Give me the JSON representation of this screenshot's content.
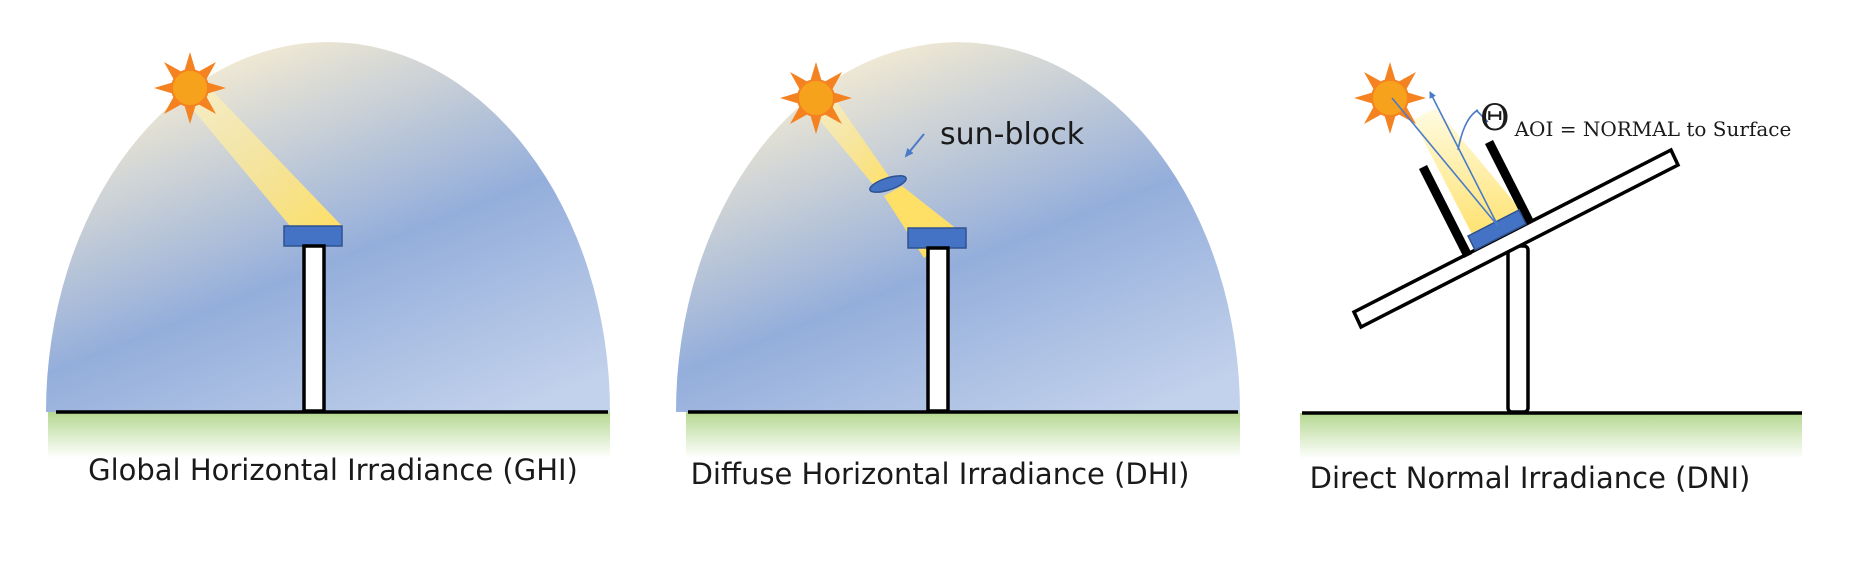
{
  "panels": [
    {
      "id": "ghi",
      "caption": "Global Horizontal Irradiance (GHI)"
    },
    {
      "id": "dhi",
      "caption": "Diffuse Horizontal Irradiance (DHI)",
      "annotation": "sun-block"
    },
    {
      "id": "dni",
      "caption": "Direct Normal Irradiance (DNI)",
      "theta_symbol": "Θ",
      "theta_subscript": "AOI = NORMAL to Surface"
    }
  ],
  "colors": {
    "sky_top": "#fdf1d2",
    "sky_mid": "#94aedb",
    "sky_edge": "#c3d2ec",
    "ground": "#b4d890",
    "sensor": "#4472c4",
    "sun_core": "#f7a21c",
    "sun_ray": "#f58220",
    "beam": "#ffe066",
    "arrow": "#4a7bc8",
    "outline": "#000000"
  },
  "icons": [
    "sun-icon",
    "pyranometer-sensor",
    "sun-block-disk",
    "tracker-collimator"
  ]
}
